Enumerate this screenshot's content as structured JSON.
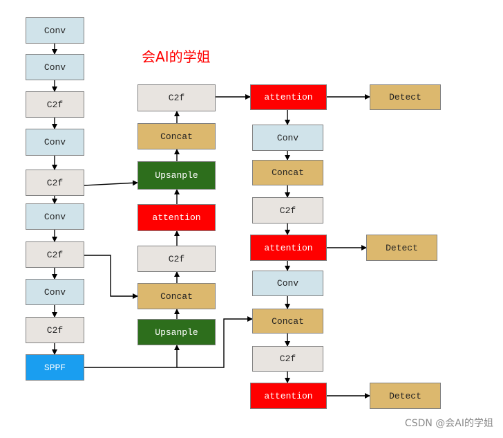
{
  "title": "会AI的学姐",
  "watermark": "CSDN @会AI的学姐",
  "colors": {
    "conv": "#d0e3ea",
    "c2f": "#e8e4e0",
    "concat": "#dcb86e",
    "upsample": "#2d6e1c",
    "attention": "#ff0000",
    "sppf": "#1a9ef0"
  },
  "backbone": [
    "Conv",
    "Conv",
    "C2f",
    "Conv",
    "C2f",
    "Conv",
    "C2f",
    "Conv",
    "C2f",
    "SPPF"
  ],
  "neck": [
    "C2f",
    "Concat",
    "Upsanple",
    "attention",
    "C2f",
    "Concat",
    "Upsanple"
  ],
  "head": [
    "attention",
    "Conv",
    "Concat",
    "C2f",
    "attention",
    "Conv",
    "Concat",
    "C2f",
    "attention"
  ],
  "detect": [
    "Detect",
    "Detect",
    "Detect"
  ]
}
